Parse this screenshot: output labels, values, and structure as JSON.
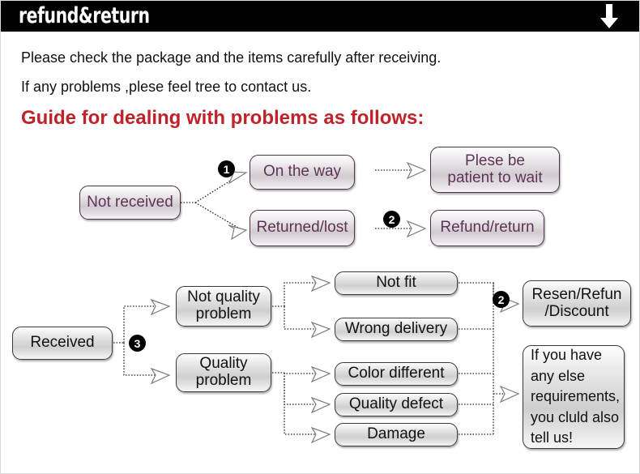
{
  "header": {
    "title": "refund&return",
    "arrow_icon": "down-arrow-icon",
    "background_color": "#000000",
    "text_color": "#ffffff"
  },
  "intro": {
    "line1": "Please check the package and the items carefully after receiving.",
    "line2": "If any problems ,plese feel tree to contact us.",
    "guide_heading": "Guide for dealing with problems as follows:",
    "guide_color": "#c0222a"
  },
  "flow_not_received": {
    "source": "Not received",
    "branch1": "On the way",
    "branch2": "Returned/lost",
    "result1": "Plese be\npatient to wait",
    "result2": "Refund/return",
    "badge1": "1",
    "badge2": "2",
    "node_text_color": "#5e3357"
  },
  "flow_received": {
    "source": "Received",
    "badge3": "3",
    "badge2": "2",
    "branch_not_quality": "Not quality\nproblem",
    "branch_quality": "Quality\nproblem",
    "issues_not_quality": [
      "Not fit",
      "Wrong delivery"
    ],
    "issues_quality": [
      "Color different",
      "Quality defect",
      "Damage"
    ],
    "outcome": "Resen/Refun\n/Discount",
    "note": "If you have\nany else\nrequirements,\nyou cluld also\ntell us!",
    "node_text_color": "#111111"
  }
}
